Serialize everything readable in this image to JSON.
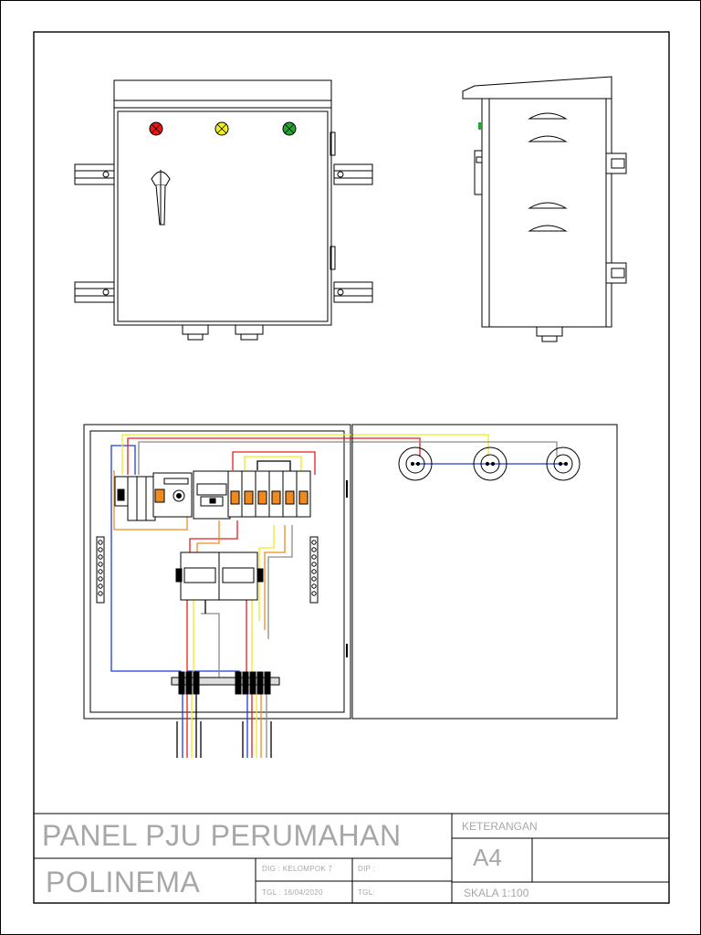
{
  "title_block": {
    "title_line1": "PANEL PJU PERUMAHAN",
    "title_line2": "POLINEMA",
    "dig_label": "DIG : KELOMPOK 7",
    "dip_label": "DIP :",
    "tgl_label": "TGL : 16/04/2020",
    "tgl2_label": "TGL:",
    "keterangan": "KETERANGAN",
    "paper_size": "A4",
    "scale": "SKALA 1:100"
  },
  "colors": {
    "line": "#000000",
    "lamp_red": "#e81616",
    "lamp_yellow": "#f2ef1a",
    "lamp_green": "#21a632",
    "wire_red": "#e41d1d",
    "wire_yellow": "#f2ea1e",
    "wire_blue": "#1f3fd9",
    "wire_orange": "#f08a1c",
    "wire_grey": "#8a8a8a",
    "title_text": "#a7a7a7"
  }
}
